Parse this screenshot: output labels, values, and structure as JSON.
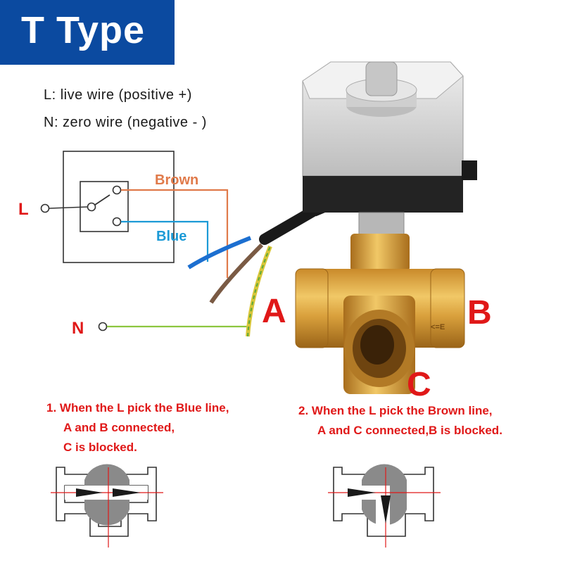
{
  "title": "T Type",
  "legend": {
    "live": "L: live wire (positive +)",
    "zero": "N: zero wire (negative - )"
  },
  "wiring": {
    "terminal_l": "L",
    "terminal_n": "N",
    "wire_brown": "Brown",
    "wire_blue": "Blue",
    "colors": {
      "brown": "#e07a4a",
      "blue": "#1c9ad6",
      "green": "#8cc63f",
      "terminal_red": "#e01818"
    }
  },
  "ports": {
    "a": "A",
    "b": "B",
    "c": "C"
  },
  "notes": [
    {
      "number": "1.",
      "line1": "When the L pick the Blue line,",
      "line2": "A and B connected,",
      "line3": "C is blocked."
    },
    {
      "number": "2.",
      "line1": "When the L pick the Brown line,",
      "line2": "A and C connected,B is blocked."
    }
  ],
  "colors": {
    "accent": "#0b4aa0",
    "note_red": "#e01818",
    "port_red": "#e01818"
  }
}
